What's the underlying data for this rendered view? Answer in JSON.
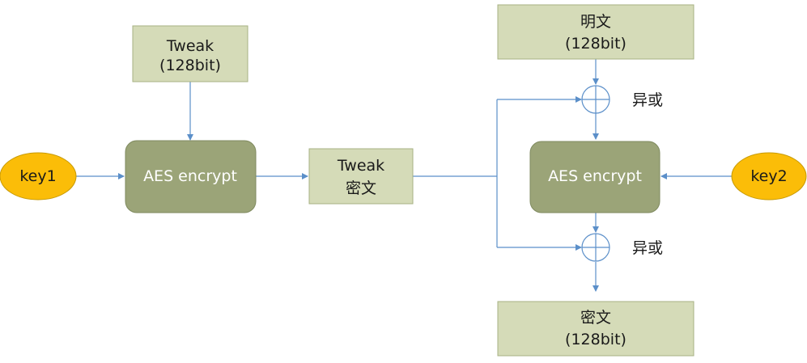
{
  "tweak_input": {
    "line1": "Tweak",
    "line2": "(128bit)"
  },
  "key1": "key1",
  "aes_left": "AES encrypt",
  "tweak_cipher": {
    "line1": "Tweak",
    "line2": "密文"
  },
  "plaintext": {
    "line1": "明文",
    "line2": "(128bit)"
  },
  "xor_top_label": "异或",
  "aes_right": "AES encrypt",
  "key2": "key2",
  "xor_bottom_label": "异或",
  "ciphertext": {
    "line1": "密文",
    "line2": "(128bit)"
  }
}
